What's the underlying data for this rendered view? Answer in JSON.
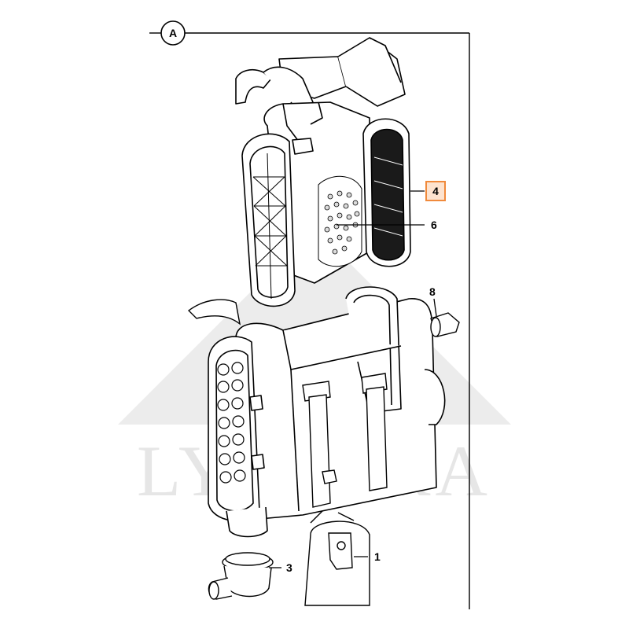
{
  "section_marker": "A",
  "watermark": "LYSFORA",
  "callouts": {
    "c1": "1",
    "c3": "3",
    "c4": "4",
    "c6": "6",
    "c8": "8"
  },
  "colors": {
    "line": "#000000",
    "highlight": "#f08a3c",
    "watermark": "#e6e6e6"
  }
}
